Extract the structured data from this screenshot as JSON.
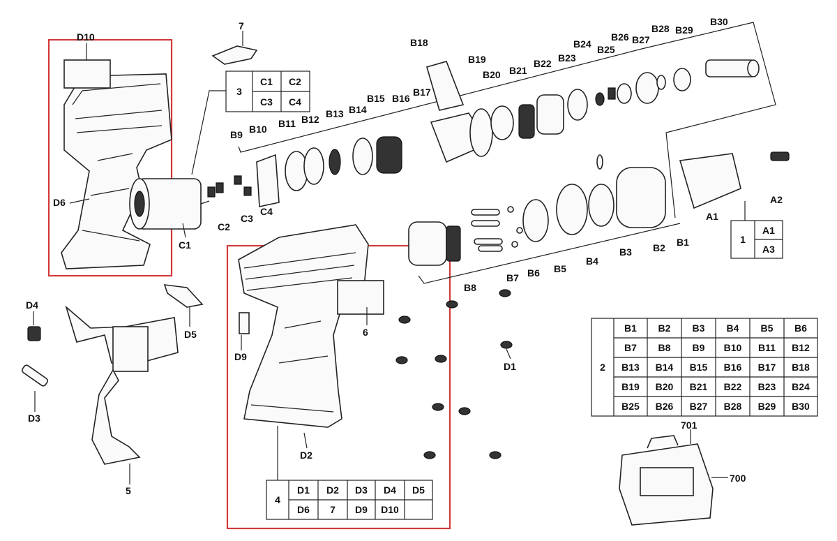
{
  "labels": {
    "D10": "D10",
    "D6": "D6",
    "C1": "C1",
    "C2": "C2",
    "C3": "C3",
    "C4": "C4",
    "n7": "7",
    "B9": "B9",
    "B10": "B10",
    "B11": "B11",
    "B12": "B12",
    "B13": "B13",
    "B14": "B14",
    "B15": "B15",
    "B16": "B16",
    "B17": "B17",
    "B18": "B18",
    "B19": "B19",
    "B20": "B20",
    "B21": "B21",
    "B22": "B22",
    "B23": "B23",
    "B24": "B24",
    "B25": "B25",
    "B26": "B26",
    "B27": "B27",
    "B28": "B28",
    "B29": "B29",
    "B30": "B30",
    "A1": "A1",
    "A2": "A2",
    "B1": "B1",
    "B2": "B2",
    "B3": "B3",
    "B4": "B4",
    "B5": "B5",
    "B6": "B6",
    "B7": "B7",
    "B8": "B8",
    "D1": "D1",
    "D2": "D2",
    "D3": "D3",
    "D4": "D4",
    "D5": "D5",
    "D9": "D9",
    "n5": "5",
    "n6": "6",
    "n700": "700",
    "n701": "701"
  },
  "tables": {
    "t3": {
      "index": "3",
      "cells": [
        [
          "C1",
          "C2"
        ],
        [
          "C3",
          "C4"
        ]
      ]
    },
    "t1": {
      "index": "1",
      "cells": [
        [
          "A1"
        ],
        [
          "A3"
        ]
      ]
    },
    "t2": {
      "index": "2",
      "cells": [
        [
          "B1",
          "B2",
          "B3",
          "B4",
          "B5",
          "B6"
        ],
        [
          "B7",
          "B8",
          "B9",
          "B10",
          "B11",
          "B12"
        ],
        [
          "B13",
          "B14",
          "B15",
          "B16",
          "B17",
          "B18"
        ],
        [
          "B19",
          "B20",
          "B21",
          "B22",
          "B23",
          "B24"
        ],
        [
          "B25",
          "B26",
          "B27",
          "B28",
          "B29",
          "B30"
        ]
      ]
    },
    "t4": {
      "index": "4",
      "cells": [
        [
          "D1",
          "D2",
          "D3",
          "D4",
          "D5"
        ],
        [
          "D6",
          "7",
          "D9",
          "D10",
          ""
        ]
      ]
    }
  },
  "colors": {
    "highlight": "#d23a3a",
    "ink": "#222222"
  }
}
